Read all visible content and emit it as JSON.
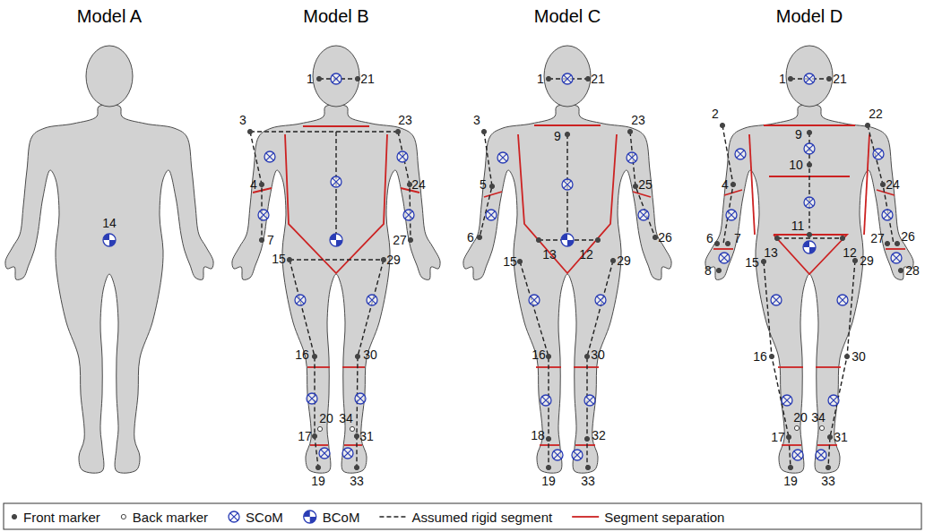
{
  "diagram": {
    "labels": [
      "Model A",
      "14",
      "Model B",
      "1",
      "21",
      "3",
      "23",
      "4",
      "24",
      "7",
      "27",
      "15",
      "29",
      "16",
      "30",
      "20",
      "17",
      "34",
      "31",
      "19",
      "33",
      "Model C",
      "1",
      "21",
      "3",
      "23",
      "9",
      "5",
      "25",
      "6",
      "26",
      "15",
      "13",
      "12",
      "29",
      "16",
      "30",
      "18",
      "32",
      "19",
      "33",
      "Model D",
      "1",
      "21",
      "2",
      "22",
      "9",
      "10",
      "4",
      "24",
      "6",
      "7",
      "8",
      "11",
      "13",
      "12",
      "27",
      "26",
      "28",
      "15",
      "29",
      "16",
      "30",
      "20",
      "34",
      "17",
      "31",
      "19",
      "33"
    ],
    "legend": [
      {
        "text": "Front marker"
      },
      {
        "text": "Back marker"
      },
      {
        "text": "SCoM"
      },
      {
        "text": "BCoM"
      },
      {
        "text": "Assumed rigid segment"
      },
      {
        "text": "Segment separation"
      }
    ]
  }
}
